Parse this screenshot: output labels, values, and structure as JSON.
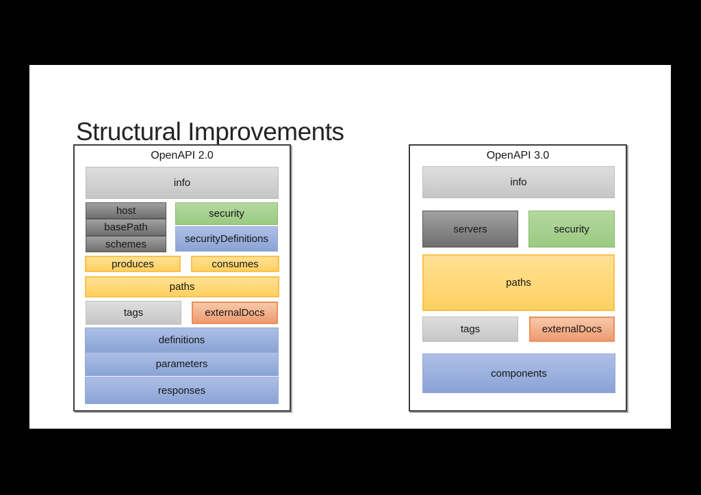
{
  "title": "Structural Improvements",
  "left_panel": {
    "title": "OpenAPI 2.0",
    "boxes": {
      "info": "info",
      "host": "host",
      "basePath": "basePath",
      "schemes": "schemes",
      "security": "security",
      "securityDefinitions": "securityDefinitions",
      "produces": "produces",
      "consumes": "consumes",
      "paths": "paths",
      "tags": "tags",
      "externalDocs": "externalDocs",
      "definitions": "definitions",
      "parameters": "parameters",
      "responses": "responses"
    }
  },
  "right_panel": {
    "title": "OpenAPI 3.0",
    "boxes": {
      "info": "info",
      "servers": "servers",
      "security": "security",
      "paths": "paths",
      "tags": "tags",
      "externalDocs": "externalDocs",
      "components": "components"
    }
  },
  "colors": {
    "background": "#000000",
    "slide": "#ffffff",
    "light_gray_box": "#d2d2d2",
    "dark_gray_box": "#878787",
    "green_box": "#a9d18e",
    "blue_box": "#9cb1de",
    "yellow_box": "#ffd966",
    "salmon_box": "#f2b18a",
    "panel_border": "#3c3c3c"
  }
}
